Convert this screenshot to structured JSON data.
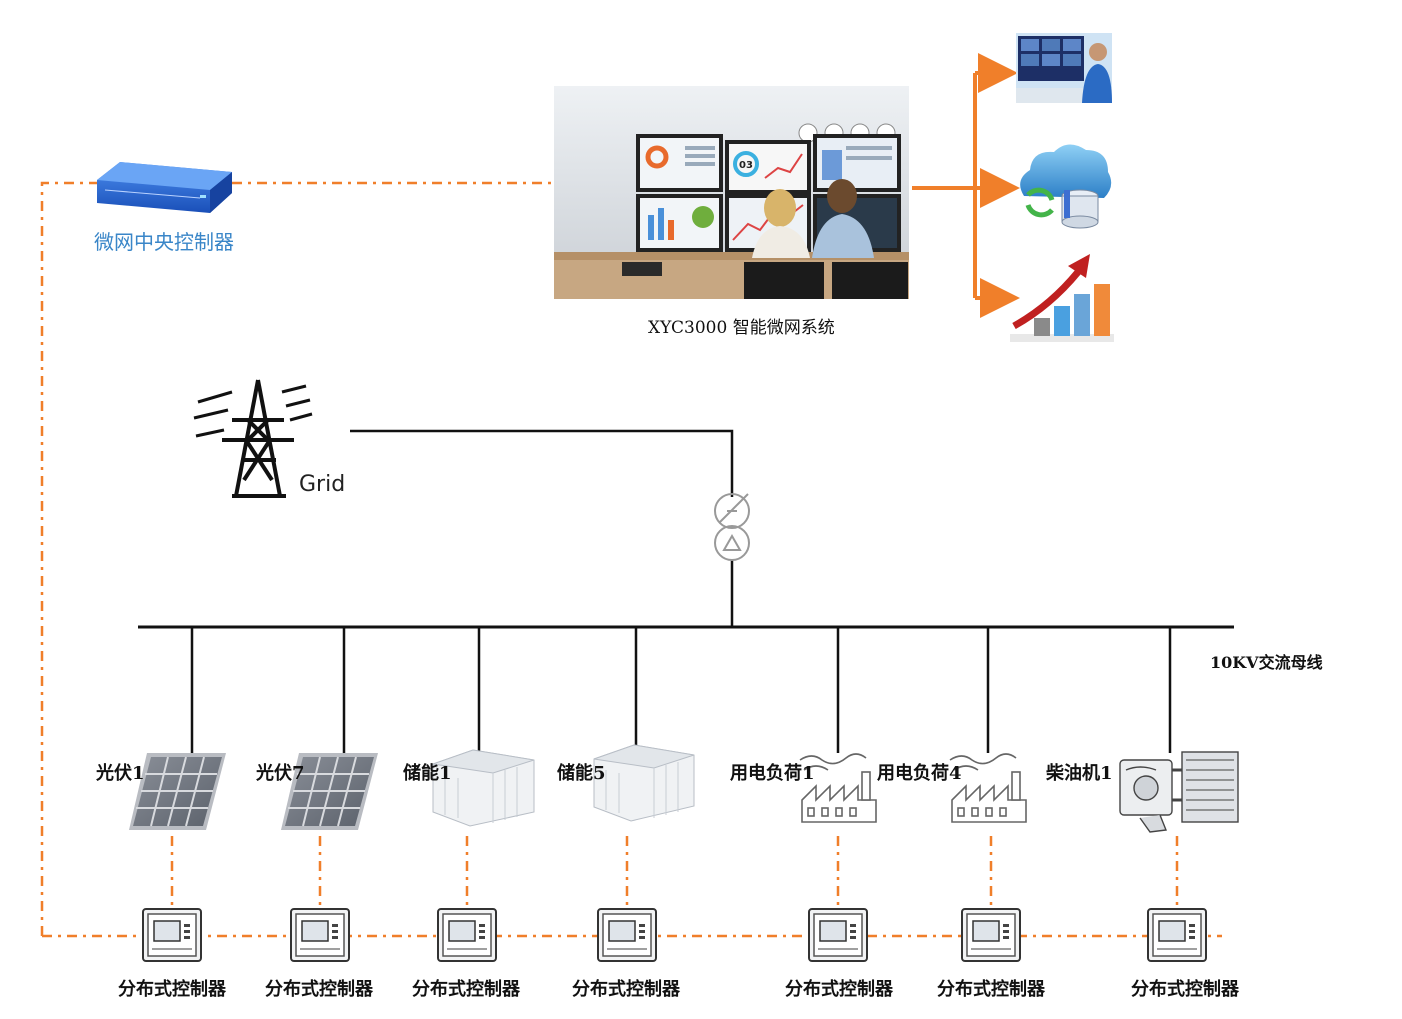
{
  "central_controller": {
    "label": "微网中央控制器",
    "icon": "server-rack-icon",
    "color": "#1f63d8"
  },
  "system": {
    "label": "XYC3000  智能微网系统",
    "icon": "control-room-photo"
  },
  "outputs": [
    {
      "icon": "monitoring-center-icon"
    },
    {
      "icon": "cloud-database-icon"
    },
    {
      "icon": "growth-chart-icon"
    }
  ],
  "grid": {
    "label": "Grid",
    "icon": "transmission-tower-icon"
  },
  "transformer": {
    "icon": "transformer-icon"
  },
  "bus": {
    "label": "10KV交流母线"
  },
  "devices": [
    {
      "label": "光伏1",
      "icon": "solar-panel-icon"
    },
    {
      "label": "光伏7",
      "icon": "solar-panel-icon"
    },
    {
      "label": "储能1",
      "icon": "storage-container-icon"
    },
    {
      "label": "储能5",
      "icon": "storage-container-icon"
    },
    {
      "label": "用电负荷1",
      "icon": "factory-load-icon"
    },
    {
      "label": "用电负荷4",
      "icon": "factory-load-icon"
    },
    {
      "label": "柴油机1",
      "icon": "diesel-generator-icon"
    }
  ],
  "controller_label": "分布式控制器",
  "colors": {
    "comm_line": "#f07f2a",
    "power_line": "#111111",
    "accent": "#3a86c8"
  }
}
